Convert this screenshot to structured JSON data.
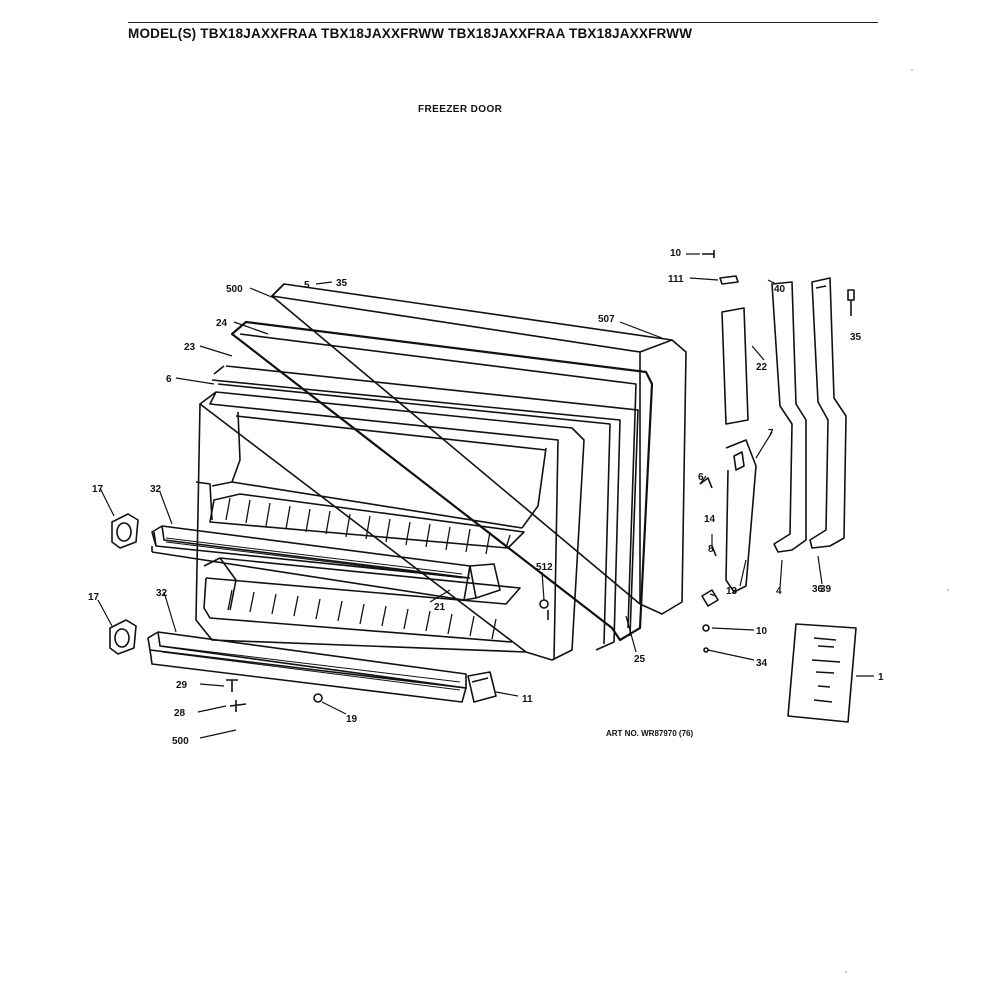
{
  "header": {
    "models": "MODEL(S) TBX18JAXXFRAA  TBX18JAXXFRWW  TBX18JAXXFRAA  TBX18JAXXFRWW",
    "section": "FREEZER DOOR"
  },
  "art_number": "ART NO. WR87970 (76)",
  "callouts": [
    {
      "id": "c-500a",
      "text": "500"
    },
    {
      "id": "c-5",
      "text": "5"
    },
    {
      "id": "c-35",
      "text": "35"
    },
    {
      "id": "c-24",
      "text": "24"
    },
    {
      "id": "c-23",
      "text": "23"
    },
    {
      "id": "c-6",
      "text": "6"
    },
    {
      "id": "c-507",
      "text": "507"
    },
    {
      "id": "c-10",
      "text": "10"
    },
    {
      "id": "c-111",
      "text": "111"
    },
    {
      "id": "c-40",
      "text": "40"
    },
    {
      "id": "c-36",
      "text": "36"
    },
    {
      "id": "c-35b",
      "text": "35"
    },
    {
      "id": "c-22",
      "text": "22"
    },
    {
      "id": "c-17a",
      "text": "17"
    },
    {
      "id": "c-32",
      "text": "32"
    },
    {
      "id": "c-17b",
      "text": "17"
    },
    {
      "id": "c-32b",
      "text": "32"
    },
    {
      "id": "c-7",
      "text": "7"
    },
    {
      "id": "c-4",
      "text": "4"
    },
    {
      "id": "c-14",
      "text": "14"
    },
    {
      "id": "c-8",
      "text": "8"
    },
    {
      "id": "c-13",
      "text": "13"
    },
    {
      "id": "c-6b",
      "text": "6"
    },
    {
      "id": "c-39",
      "text": "39"
    },
    {
      "id": "c-512",
      "text": "512"
    },
    {
      "id": "c-21",
      "text": "21"
    },
    {
      "id": "c-25",
      "text": "25"
    },
    {
      "id": "c-10b",
      "text": "10"
    },
    {
      "id": "c-34",
      "text": "34"
    },
    {
      "id": "c-1",
      "text": "1"
    },
    {
      "id": "c-11",
      "text": "11"
    },
    {
      "id": "c-29",
      "text": "29"
    },
    {
      "id": "c-28",
      "text": "28"
    },
    {
      "id": "c-500b",
      "text": "500"
    },
    {
      "id": "c-19",
      "text": "19"
    }
  ]
}
